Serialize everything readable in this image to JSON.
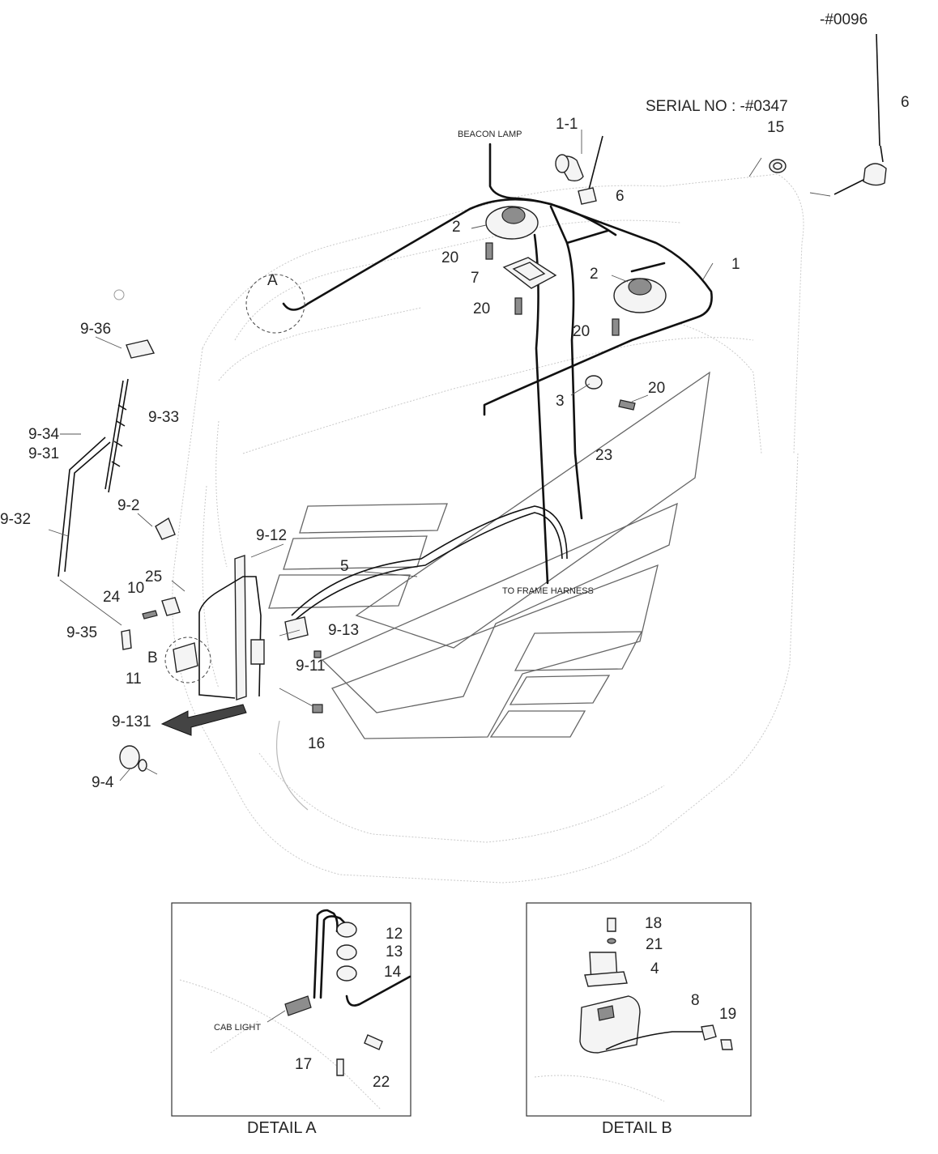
{
  "header": {
    "serial_note": "SERIAL NO : -#0347",
    "antenna_serial": "-#0096"
  },
  "labels": {
    "beacon_lamp": "BEACON LAMP",
    "to_frame_harness": "TO FRAME HARNESS",
    "cab_light": "CAB LIGHT",
    "detail_a_marker": "A",
    "detail_b_marker": "B"
  },
  "callouts": {
    "p1": "1",
    "p1_1": "1-1",
    "p2a": "2",
    "p2b": "2",
    "p3": "3",
    "p5": "5",
    "p6a": "6",
    "p6b": "6",
    "p7": "7",
    "p10": "10",
    "p11": "11",
    "p15": "15",
    "p16": "16",
    "p20a": "20",
    "p20b": "20",
    "p20c": "20",
    "p20d": "20",
    "p23": "23",
    "p24": "24",
    "p25": "25",
    "p9_2": "9-2",
    "p9_4": "9-4",
    "p9_11": "9-11",
    "p9_12": "9-12",
    "p9_13": "9-13",
    "p9_31": "9-31",
    "p9_32": "9-32",
    "p9_33": "9-33",
    "p9_34": "9-34",
    "p9_35": "9-35",
    "p9_36": "9-36",
    "p9_131": "9-131"
  },
  "detail_a": {
    "title": "DETAIL A",
    "callouts": {
      "p12": "12",
      "p13": "13",
      "p14": "14",
      "p17": "17",
      "p22": "22"
    }
  },
  "detail_b": {
    "title": "DETAIL B",
    "callouts": {
      "p18": "18",
      "p21": "21",
      "p4": "4",
      "p8": "8",
      "p19": "19"
    }
  }
}
